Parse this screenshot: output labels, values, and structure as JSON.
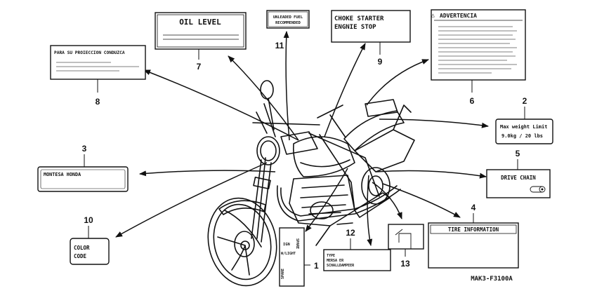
{
  "diagram_code": "MAK3-F3100A",
  "callouts": [
    {
      "num": "1",
      "lines": [
        "IGN",
        "W/LIGHT",
        "SPARE",
        "SPARE"
      ]
    },
    {
      "num": "2",
      "lines": [
        "Max weight Limit",
        "9.0kg / 20 lbs"
      ]
    },
    {
      "num": "3",
      "lines": [
        "MONTESA HONDA"
      ]
    },
    {
      "num": "4",
      "lines": [
        "TIRE INFORMATION"
      ]
    },
    {
      "num": "5",
      "lines": [
        "DRIVE CHAIN"
      ]
    },
    {
      "num": "6",
      "lines": [
        "ADVERTENCIA"
      ]
    },
    {
      "num": "7",
      "lines": [
        "OIL LEVEL"
      ]
    },
    {
      "num": "8",
      "lines": [
        "PARA SU PROIECCION CONDUZCA"
      ]
    },
    {
      "num": "9",
      "lines": [
        "CHOKE STARTER",
        "ENGNIE STOP"
      ]
    },
    {
      "num": "10",
      "lines": [
        "COLOR",
        "CODE"
      ]
    },
    {
      "num": "11",
      "lines": [
        "UNLEADED FUEL",
        "RECOMMENDED"
      ]
    },
    {
      "num": "12",
      "lines": [
        "TYPE",
        "MERSA ER",
        "SCHALLDAMPEER"
      ]
    },
    {
      "num": "13",
      "lines": []
    }
  ]
}
